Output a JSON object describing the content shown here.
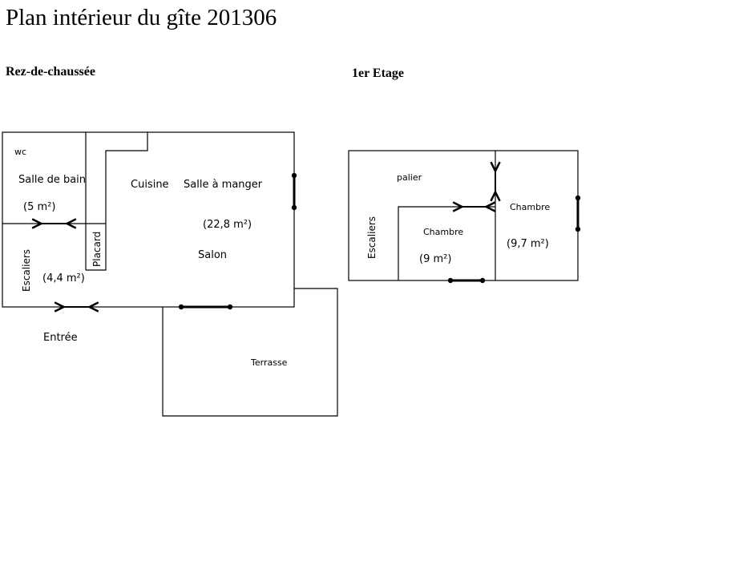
{
  "title": "Plan intérieur du gîte 201306",
  "floors": {
    "ground": {
      "title": "Rez-de-chaussée",
      "labels": {
        "wc": "wc",
        "salle_de_bain": "Salle de bain",
        "salle_de_bain_area": "(5 m²)",
        "cuisine": "Cuisine",
        "salle_a_manger": "Salle à manger",
        "salon_area": "(22,8 m²)",
        "salon": "Salon",
        "placard": "Placard",
        "escaliers": "Escaliers",
        "escaliers_area": "(4,4 m²)",
        "entree": "Entrée",
        "terrasse": "Terrasse"
      }
    },
    "upper": {
      "title": "1er Etage",
      "labels": {
        "palier": "palier",
        "escaliers": "Escaliers",
        "chambre_1": "Chambre",
        "chambre_1_area": "(9 m²)",
        "chambre_2": "Chambre",
        "chambre_2_area": "(9,7 m²)"
      }
    }
  }
}
